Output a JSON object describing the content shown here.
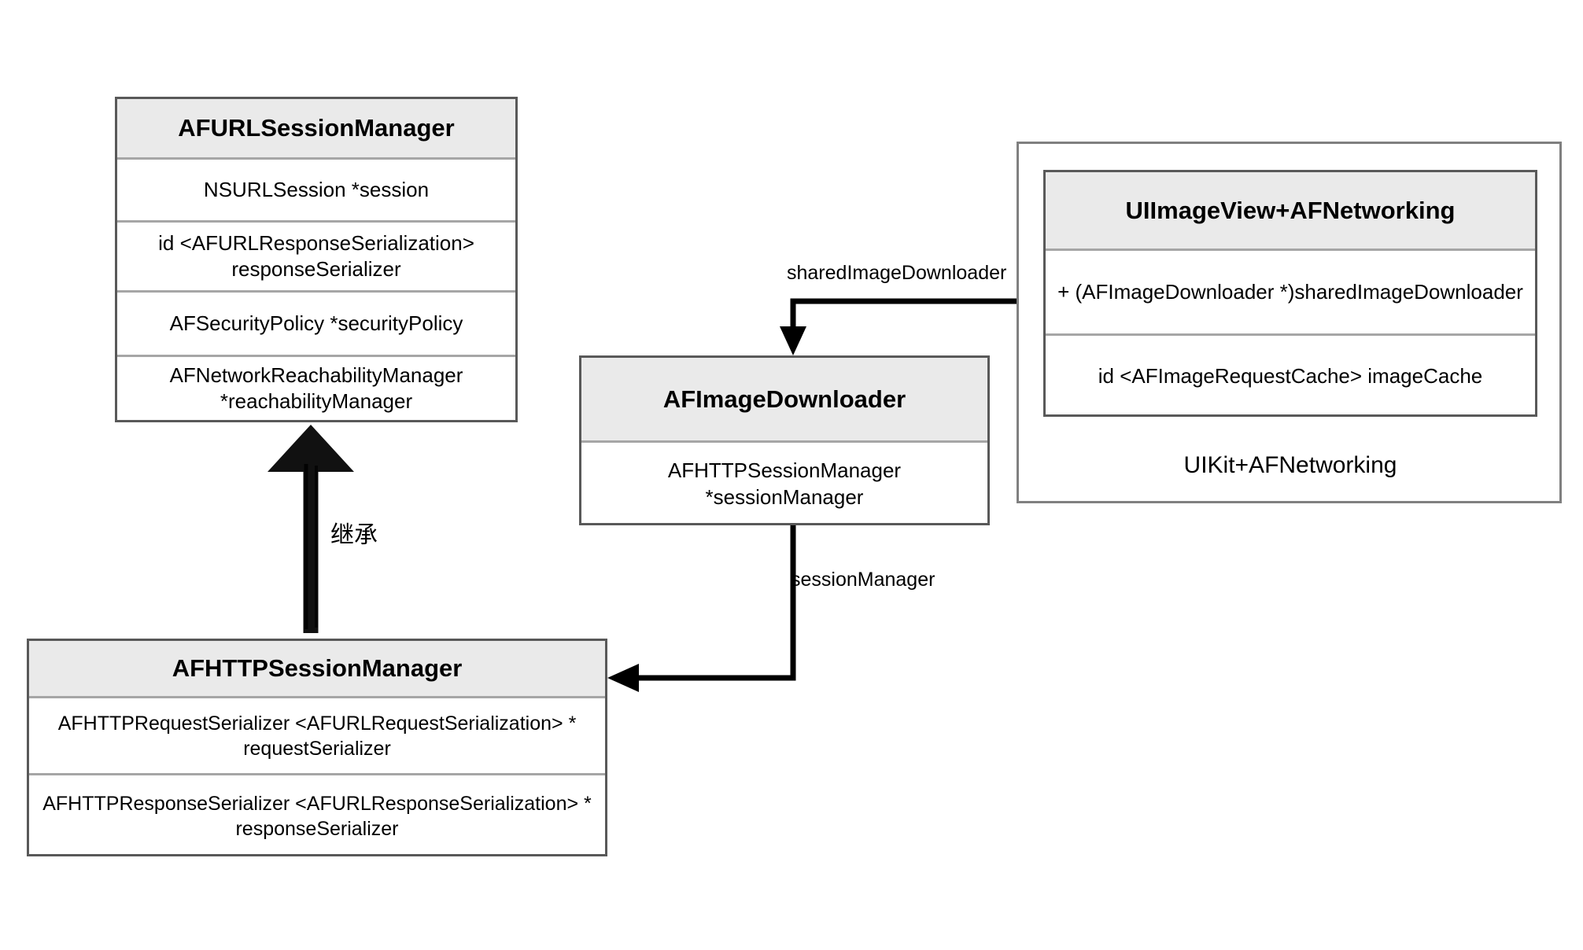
{
  "diagram": {
    "type": "uml-class-diagram",
    "background": "#ffffff",
    "colors": {
      "box_border": "#595959",
      "row_divider": "#a6a6a6",
      "title_fill": "#eaeaea",
      "package_border": "#808080",
      "connector": "#000000",
      "text": "#000000"
    }
  },
  "classes": {
    "url_session_manager": {
      "title": "AFURLSessionManager",
      "attributes": [
        "NSURLSession *session",
        "id <AFURLResponseSerialization>\nresponseSerializer",
        "AFSecurityPolicy *securityPolicy",
        "AFNetworkReachabilityManager\n*reachabilityManager"
      ],
      "attr_1": "NSURLSession *session",
      "attr_2_line1": "id <AFURLResponseSerialization>",
      "attr_2_line2": "responseSerializer",
      "attr_3": "AFSecurityPolicy *securityPolicy",
      "attr_4_line1": "AFNetworkReachabilityManager",
      "attr_4_line2": "*reachabilityManager"
    },
    "http_session_manager": {
      "title": "AFHTTPSessionManager",
      "attr_1_line1": "AFHTTPRequestSerializer <AFURLRequestSerialization> *",
      "attr_1_line2": "requestSerializer",
      "attr_2_line1": "AFHTTPResponseSerializer <AFURLResponseSerialization> *",
      "attr_2_line2": "responseSerializer"
    },
    "image_downloader": {
      "title": "AFImageDownloader",
      "attr_1_line1": "AFHTTPSessionManager",
      "attr_1_line2": "*sessionManager"
    },
    "uiimageview_category": {
      "title": "UIImageView+AFNetworking",
      "attr_1": "+ (AFImageDownloader *)sharedImageDownloader",
      "attr_2": "id <AFImageRequestCache> imageCache"
    }
  },
  "packages": {
    "uikit": {
      "label": "UIKit+AFNetworking"
    }
  },
  "connectors": {
    "inheritance": {
      "label": "继承",
      "from": "AFHTTPSessionManager",
      "to": "AFURLSessionManager",
      "kind": "generalization"
    },
    "shared_image_downloader": {
      "label": "sharedImageDownloader",
      "from": "UIImageView+AFNetworking",
      "to": "AFImageDownloader",
      "kind": "association"
    },
    "session_manager": {
      "label": "sessionManager",
      "from": "AFImageDownloader",
      "to": "AFHTTPSessionManager",
      "kind": "association"
    }
  }
}
